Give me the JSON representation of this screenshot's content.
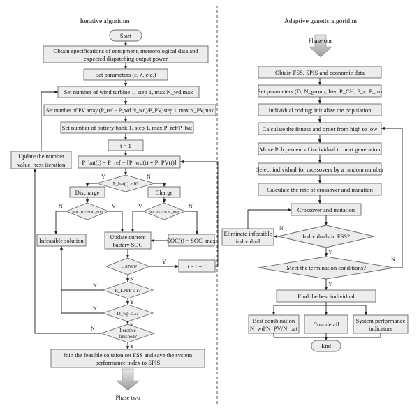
{
  "left": {
    "heading": "Iterative algorithm",
    "start": "Start",
    "obtain_specs_1": "Obtain specifications of equipment, meteorological data and",
    "obtain_specs_2": "expected dispatching output power",
    "set_params": "Set parameters (ε, λ, etc.)",
    "set_wind": "Set number of wind turbine 1, step 1, max N_wd,max",
    "set_pv": "Set number of PV array (P_ref − P_wd N_wd)/P_PV, step 1, max N_PV,max",
    "set_bat": "Set number of battery bank 1, step 1, max P_ref/P_bat",
    "t_init": "t = 1",
    "pbat_eq": "P_bat(t) = P_ref − [P_wd(t) + P_PV(t)]",
    "pbat_check": "P_bat(t) ≥ 0?",
    "discharge": "Discharge",
    "charge": "Charge",
    "soc_min_check": "SOC(t) ≥ SOC_min",
    "soc_max_check": "SOC(t) ≤ SOC_max",
    "infeasible": "Infeasible solution",
    "update_soc_1": "Update current",
    "update_soc_2": "battery SOC",
    "soc_set_max": "SOC(t) = SOC_max",
    "t_check": "t ≤ 8760?",
    "t_inc": "t = t + 1",
    "lpsp_check": "R_LPPP ≤ ε?",
    "dwp_check": "D_wp ≤ λ?",
    "iter_finished_1": "Iterative",
    "iter_finished_2": "finished?",
    "update_number_1": "Update the number",
    "update_number_2": "value, next iteration",
    "join_1": "Join the feasible solution set FSS and save the system",
    "join_2": "performance index to SPIS",
    "phase_two": "Phase two"
  },
  "right": {
    "heading": "Adaptive genetic algorithm",
    "phase_one": "Phase one",
    "obtain": "Obtain FSS, SPIS and economic data",
    "set_params": "Set parameters (D, N_group, Iter, P_CH, P_c, P_m)",
    "coding": "Individual coding; initialize the population",
    "fitness": "Calculate the fitness and order from high to low",
    "move": "Move Pch percent of individual to next generation",
    "select": "Select individual for crossovers by a random number",
    "rate": "Calculate the rate of crossover and mutation",
    "crossover": "Crossover and mutation",
    "in_fss": "Individuals in FSS?",
    "eliminate_1": "Eliminate infeasible",
    "eliminate_2": "individual",
    "termination": "Meet the termination conditions?",
    "best": "Find the best individual",
    "best_comb_1": "Best combination",
    "best_comb_2": "N_wd/N_PV/N_bat",
    "cost": "Cost detail",
    "perf_1": "System performance",
    "perf_2": "indicators",
    "end": "End"
  },
  "yn": {
    "yes": "Y",
    "no": "N"
  }
}
